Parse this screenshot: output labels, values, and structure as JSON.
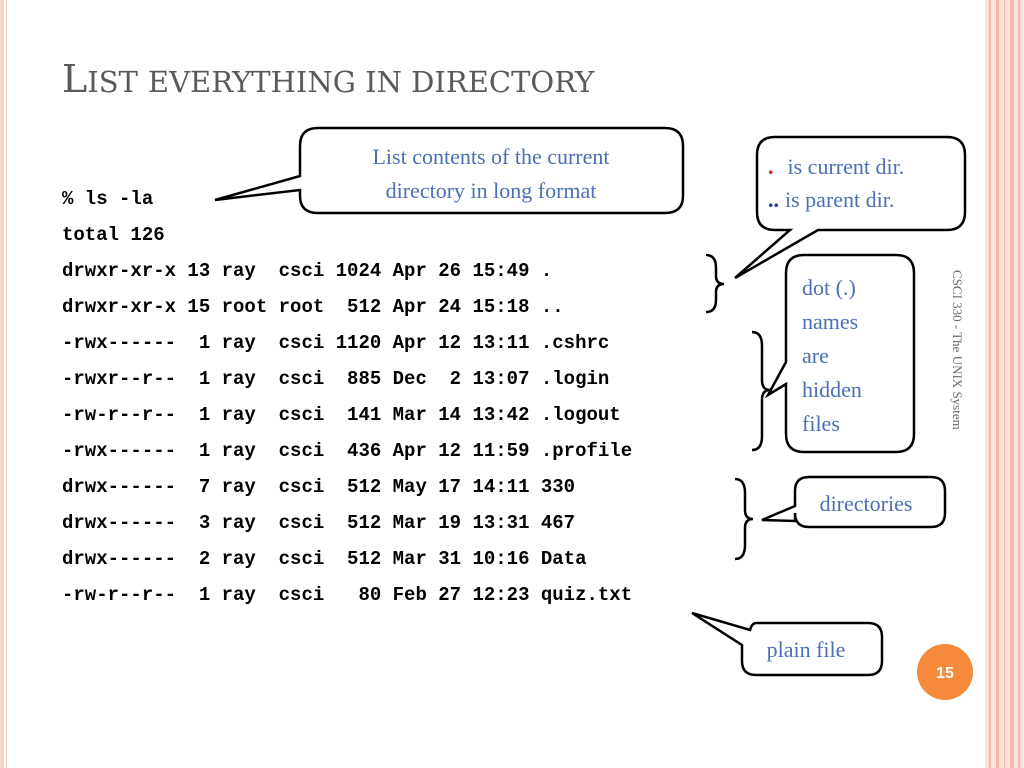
{
  "title": {
    "first_letter": "L",
    "rest_first_word": "IST",
    "rest": "EVERYTHING IN DIRECTORY"
  },
  "terminal": {
    "lines": [
      "% ls -la",
      "total 126",
      "drwxr-xr-x 13 ray  csci 1024 Apr 26 15:49 .",
      "drwxr-xr-x 15 root root  512 Apr 24 15:18 ..",
      "-rwx------  1 ray  csci 1120 Apr 12 13:11 .cshrc",
      "-rwxr--r--  1 ray  csci  885 Dec  2 13:07 .login",
      "-rw-r--r--  1 ray  csci  141 Mar 14 13:42 .logout",
      "-rwx------  1 ray  csci  436 Apr 12 11:59 .profile",
      "drwx------  7 ray  csci  512 May 17 14:11 330",
      "drwx------  3 ray  csci  512 Mar 19 13:31 467",
      "drwx------  2 ray  csci  512 Mar 31 10:16 Data",
      "-rw-r--r--  1 ray  csci   80 Feb 27 12:23 quiz.txt"
    ]
  },
  "callouts": {
    "long_format": {
      "line1": "List contents of the current",
      "line2": "directory in long format"
    },
    "dirs_meaning": {
      "line1_marker": ".",
      "line1_text": "is current dir.",
      "line2_marker": "..",
      "line2_text": "is parent dir."
    },
    "hidden_files": {
      "lines": [
        "dot (.)",
        "names",
        "are",
        "hidden",
        "files"
      ]
    },
    "directories": {
      "text": "directories"
    },
    "plain_file": {
      "text": "plain file"
    }
  },
  "footer": {
    "course": "CSCI 330 - The UNIX System"
  },
  "page": {
    "number": "15"
  },
  "colors": {
    "callout_text": "#4a6fb3",
    "marker_red": "#e0201c",
    "page_badge": "#f58a3a",
    "stripe": "#f4b8a8"
  },
  "icons": {
    "brace": "curly-brace"
  }
}
